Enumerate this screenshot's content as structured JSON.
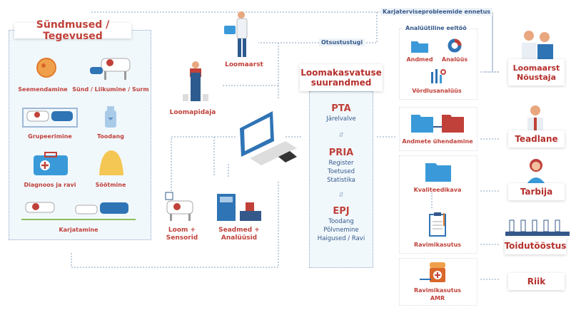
{
  "left_panel": {
    "title": "Sündmused / Tegevused",
    "items": [
      "Seemendamine",
      "Sünd / Liikumine / Surm",
      "Grupeerimine",
      "Toodang",
      "Diagnoos ja ravi",
      "Söötmine",
      "Karjatamine"
    ]
  },
  "actors": {
    "vet": "Loomaarst",
    "keeper": "Loomapidaja",
    "animal_sensors": [
      "Loom +",
      "Sensorid"
    ],
    "devices": [
      "Seadmed +",
      "Analüüsid"
    ]
  },
  "flows": {
    "prevention": "Karjaterviseprobleemide ennetus",
    "decision_support": "Otsustustugi"
  },
  "center": {
    "title": [
      "Loomakasvatuse",
      "suurandmed"
    ],
    "systems": [
      {
        "name": "PTA",
        "lines": [
          "Järelvalve"
        ]
      },
      {
        "name": "PRIA",
        "lines": [
          "Register",
          "Toetused",
          "Statistika"
        ]
      },
      {
        "name": "EPJ",
        "lines": [
          "Toodang",
          "Põlvnemine",
          "Haigused / Ravi"
        ]
      }
    ]
  },
  "analysis": {
    "header": "Analüütiline eeltöö",
    "items": [
      "Andmed",
      "Analüüs",
      "Võrdlusanalüüs"
    ],
    "merge": "Andmete ühendamine",
    "quality": "Kvaliteedikava",
    "drug_use": "Ravimikasutus",
    "amr": [
      "Ravimikasutus",
      "AMR"
    ]
  },
  "stakeholders": [
    [
      "Loomaarst",
      "Nõustaja"
    ],
    [
      "Teadlane"
    ],
    [
      "Tarbija"
    ],
    [
      "Toidutööstus"
    ],
    [
      "Riik"
    ]
  ],
  "colors": {
    "red": "#c0413a",
    "blue": "#34588a",
    "panel": "#f1f8fc",
    "dotted": "#8fa6c4"
  }
}
